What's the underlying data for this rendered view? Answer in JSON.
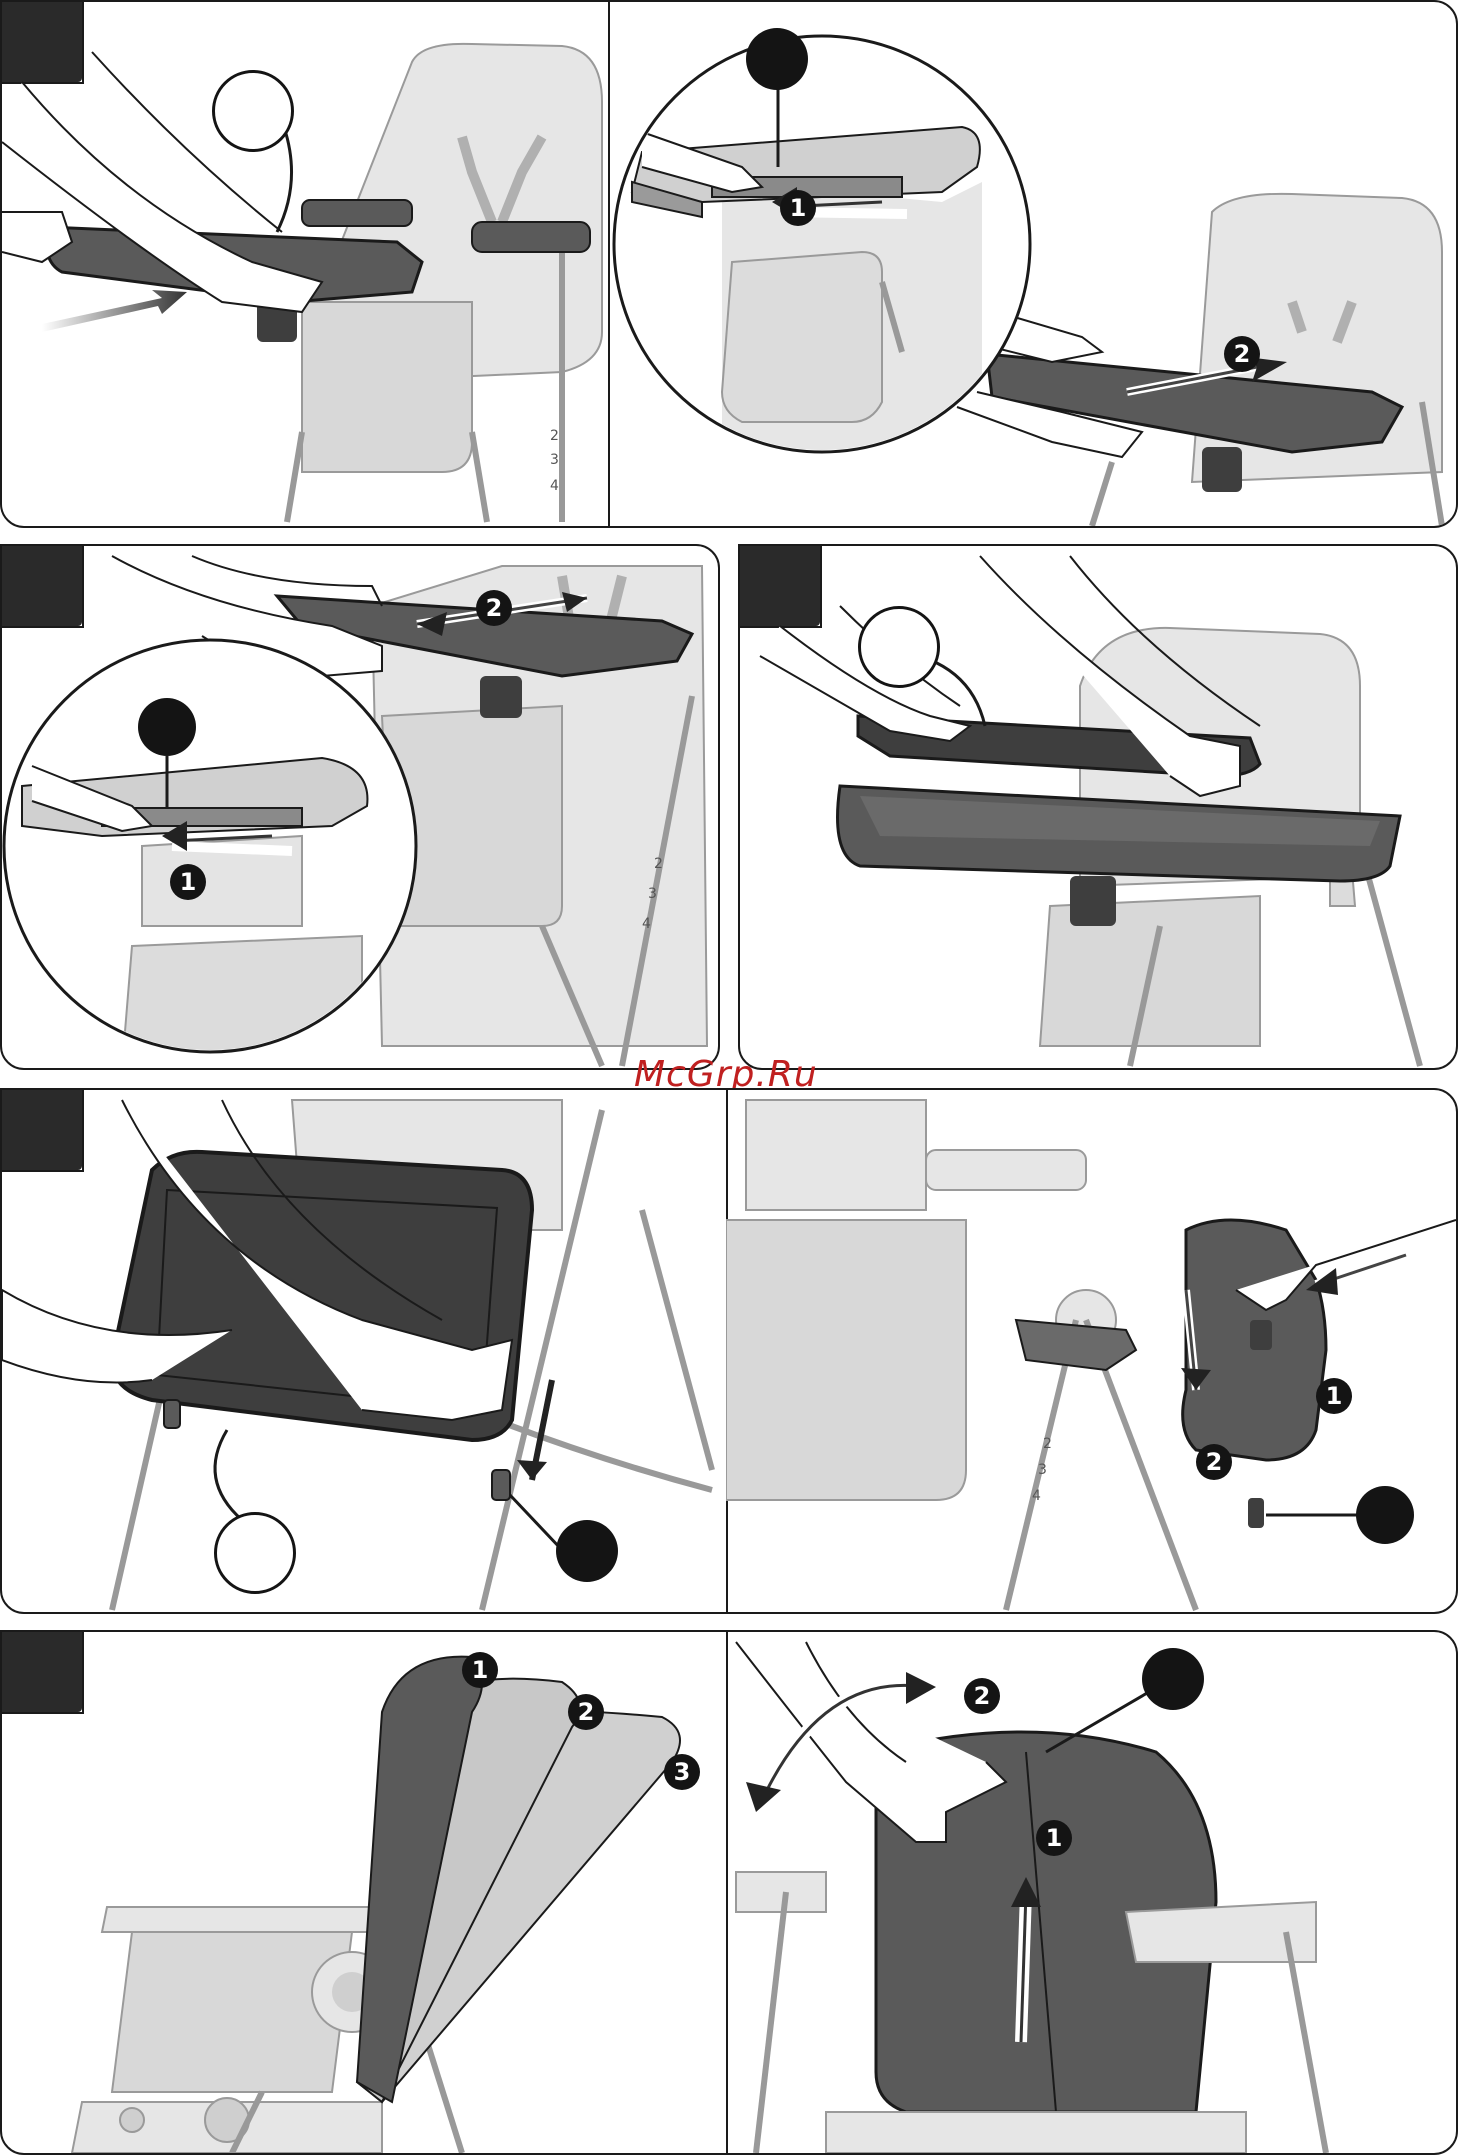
{
  "watermark": "McGrp.Ru",
  "steps": {
    "one": "1",
    "two": "2",
    "three": "3"
  },
  "height_positions": [
    "2",
    "3",
    "4"
  ],
  "colors": {
    "frame_light": "#e6e6e6",
    "frame_mid": "#cfcfcf",
    "tray_dark": "#5a5a5a",
    "tray_darker": "#3e3e3e",
    "outline": "#1a1a1a",
    "watermark": "#c02020"
  }
}
